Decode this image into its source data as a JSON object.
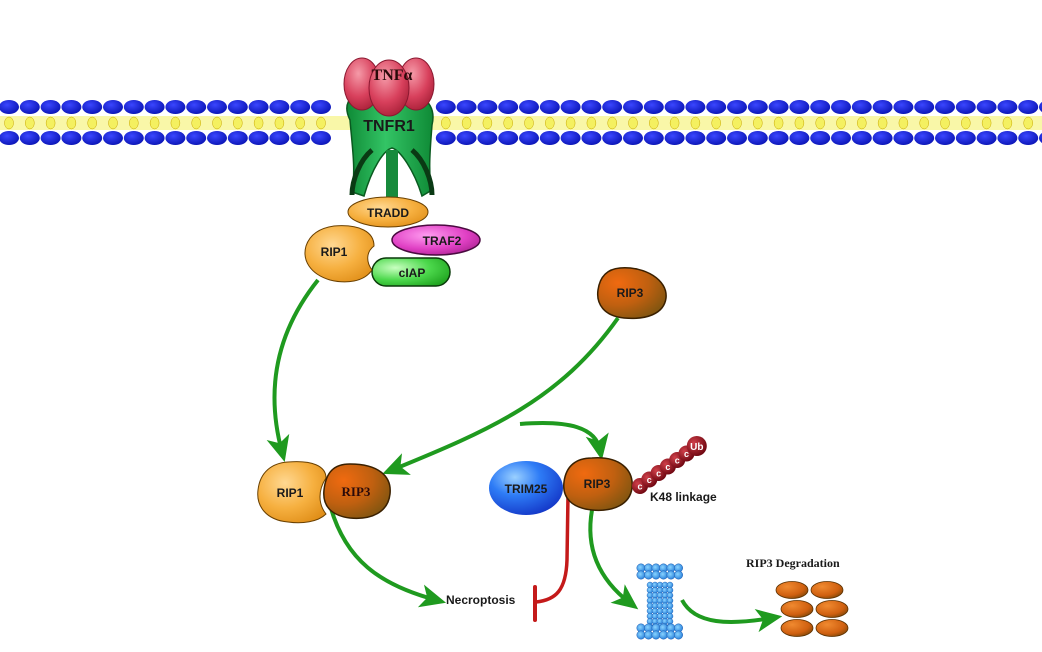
{
  "title": "TRIM25-mediated RIP3 degradation pathway",
  "colors": {
    "membrane_head": "#0a14c8",
    "membrane_tail": "#f4f060",
    "tnfa": "#d2405a",
    "tnfr1": "#1fae4a",
    "tradd": "#f2a838",
    "rip1": "#f2ac3c",
    "traf2": "#e040c0",
    "ciap": "#3ccc3c",
    "rip3": "#c0600c",
    "trim25": "#2a70f0",
    "ub": "#8c0c14",
    "activation_arrow": "#1f9a1f",
    "inhibition": "#c41a1a",
    "proteasome": "#3aa0f0",
    "fragment": "#d86a10"
  },
  "nodes": {
    "tnfa": "TNFα",
    "tnfr1": "TNFR1",
    "tradd": "TRADD",
    "rip1_top": "RIP1",
    "traf2": "TRAF2",
    "ciap": "cIAP",
    "rip3_free": "RIP3",
    "rip1_complex": "RIP1",
    "rip3_complex": "RIP3",
    "trim25": "TRIM25",
    "rip3_ub": "RIP3",
    "ub": "Ub",
    "k48": "K48 linkage",
    "necroptosis": "Necroptosis",
    "degradation": "RIP3 Degradation"
  },
  "edges": [
    {
      "from": "RIP1 (TNFR1 complex)",
      "to": "RIP1-RIP3 complex",
      "type": "activation"
    },
    {
      "from": "RIP3",
      "to": "RIP1-RIP3 complex",
      "type": "activation"
    },
    {
      "from": "RIP3",
      "to": "TRIM25-RIP3",
      "type": "activation"
    },
    {
      "from": "RIP1-RIP3 complex",
      "to": "Necroptosis",
      "type": "activation"
    },
    {
      "from": "TRIM25",
      "to": "Necroptosis",
      "type": "inhibition"
    },
    {
      "from": "RIP3 (ubiquitinated)",
      "to": "Proteasome",
      "type": "activation"
    },
    {
      "from": "Proteasome",
      "to": "RIP3 Degradation",
      "type": "activation"
    }
  ],
  "ub_chain_count": 6,
  "fragment_count": 6
}
